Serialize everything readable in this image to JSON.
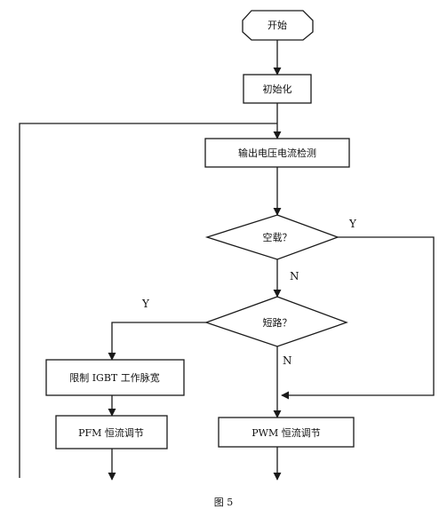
{
  "nodes": {
    "start": "开始",
    "init": "初始化",
    "detect": "输出电压电流检测",
    "noload": "空载？",
    "short": "短路？",
    "limit": "限制 IGBT 工作脉宽",
    "pfm": "PFM 恒流调节",
    "pwm": "PWM 恒流调节"
  },
  "edge_labels": {
    "noload_yes": "Y",
    "noload_no": "N",
    "short_yes": "Y",
    "short_no": "N"
  },
  "caption": "图 5",
  "colors": {
    "line": "#1a1a1a",
    "box_fill": "#ffffff"
  }
}
